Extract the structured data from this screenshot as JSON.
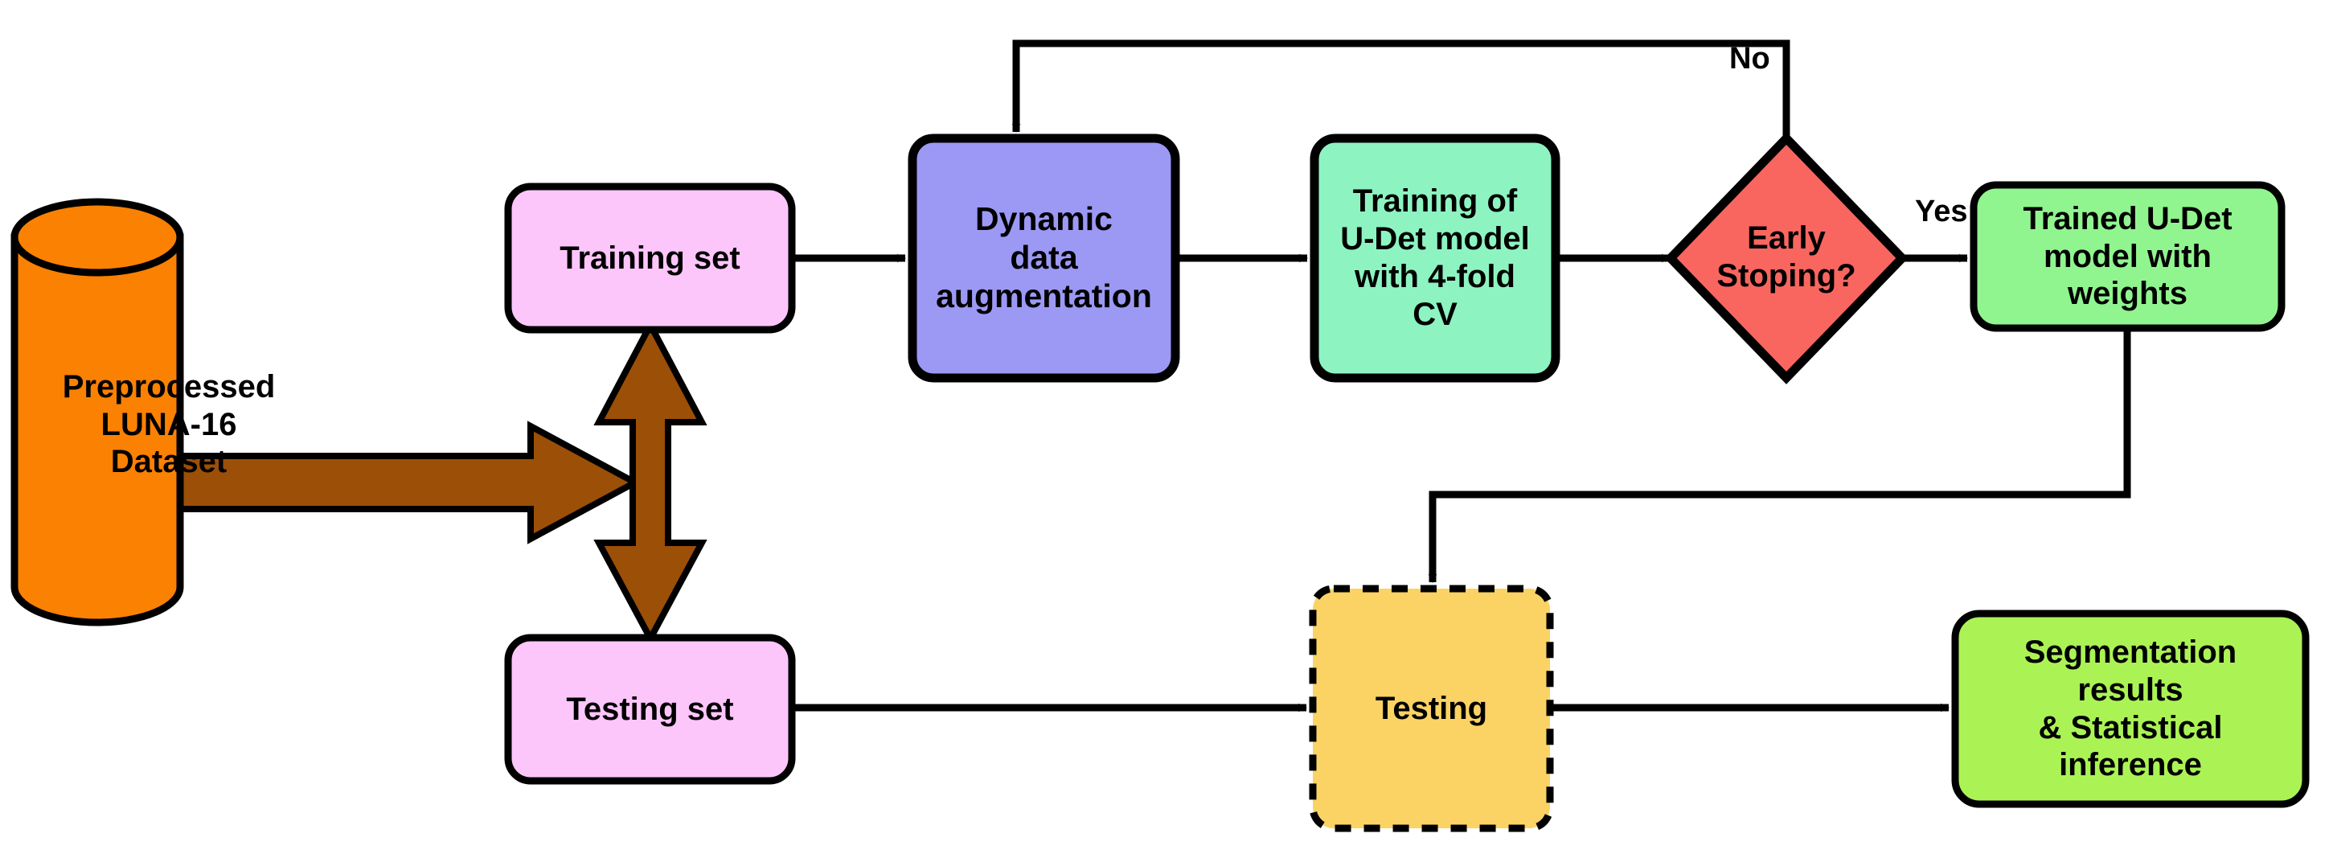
{
  "diagram": {
    "title": "U-Det lung nodule segmentation pipeline flowchart",
    "background": "#ffffff",
    "stroke": "#000000"
  },
  "nodes": {
    "dataset": {
      "label": "Preprocessed\nLUNA-16\nDataset",
      "shape": "cylinder",
      "color": "#fb8102"
    },
    "training_set": {
      "label": "Training set",
      "shape": "rounded-rect",
      "color": "#fdc6fb"
    },
    "testing_set": {
      "label": "Testing set",
      "shape": "rounded-rect",
      "color": "#fdc6fb"
    },
    "augmentation": {
      "label": "Dynamic\ndata\naugmentation",
      "shape": "rounded-rect",
      "color": "#9c99f5"
    },
    "model_training": {
      "label": "Training of\nU-Det model\nwith 4-fold\nCV",
      "shape": "rounded-rect",
      "color": "#8df4c1"
    },
    "decision": {
      "label": "Early\nStoping?",
      "shape": "diamond",
      "color": "#f9665f"
    },
    "trained_model": {
      "label": "Trained U-Det\nmodel with\nweights",
      "shape": "rounded-rect",
      "color": "#90f58e"
    },
    "testing": {
      "label": "Testing",
      "shape": "rounded-rect-dashed",
      "color": "#fbd364"
    },
    "results": {
      "label": "Segmentation\nresults\n& Statistical\ninference",
      "shape": "rounded-rect",
      "color": "#abf355"
    }
  },
  "edges": {
    "no_label": "No",
    "yes_label": "Yes",
    "block_arrow_color": "#9c4f07"
  }
}
